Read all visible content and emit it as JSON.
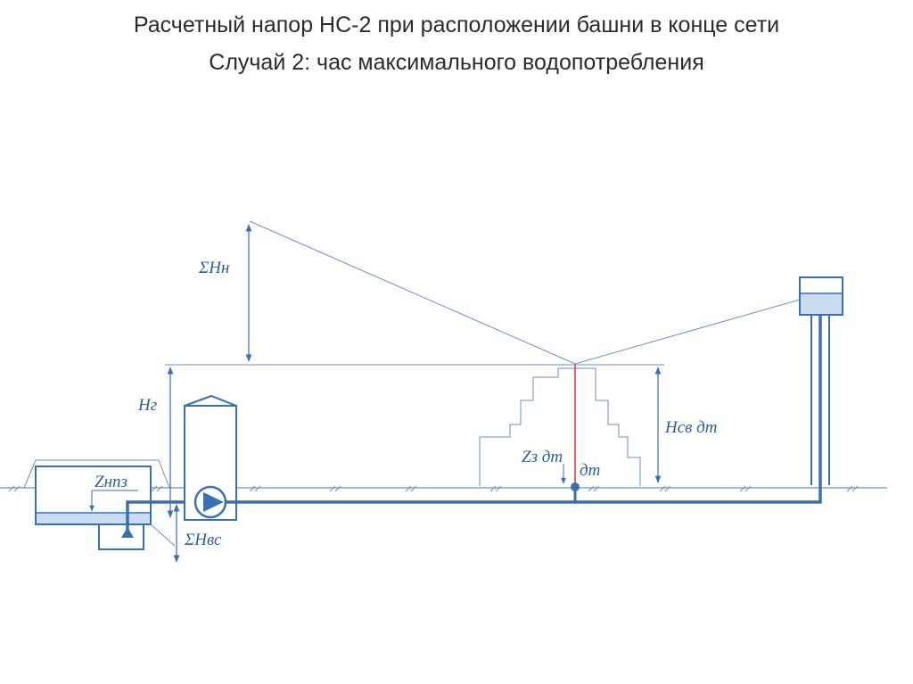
{
  "title": {
    "line1": "Расчетный напор НС-2 при расположении башни в конце сети",
    "line2": "Случай 2: час максимального водопотребления"
  },
  "labels": {
    "sum_hn": "ΣHн",
    "hg": "Hг",
    "z_npz": "Zнпз",
    "sum_hvs": "ΣHвс",
    "z_dt": "Zз дт",
    "dt": "дт",
    "hsv_dt": "Hсв дт"
  },
  "colors": {
    "pipe": "#3a6fb0",
    "line": "#6a8fbf",
    "accent_red": "#e0312b",
    "water": "#c9ddf0",
    "label": "#2d5f9c",
    "title": "#2b2b2b"
  }
}
